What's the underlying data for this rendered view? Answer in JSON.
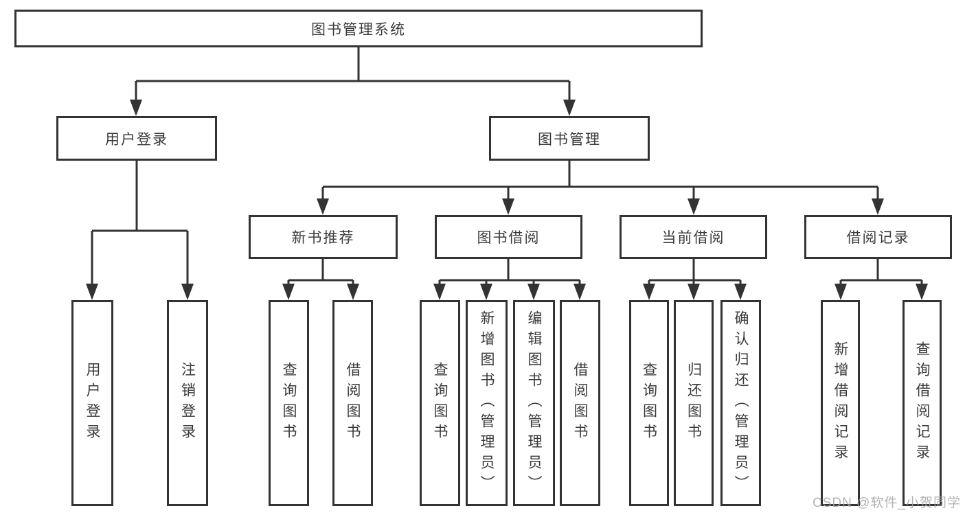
{
  "diagram": {
    "root": {
      "label": "图书管理系统"
    },
    "level2": [
      {
        "label": "用户登录"
      },
      {
        "label": "图书管理"
      }
    ],
    "level3": [
      {
        "label": "新书推荐",
        "parent": "图书管理"
      },
      {
        "label": "图书借阅",
        "parent": "图书管理"
      },
      {
        "label": "当前借阅",
        "parent": "图书管理"
      },
      {
        "label": "借阅记录",
        "parent": "图书管理"
      }
    ],
    "leaves": [
      {
        "label": "用户登录",
        "parent": "用户登录"
      },
      {
        "label": "注销登录",
        "parent": "用户登录"
      },
      {
        "label": "查询图书",
        "parent": "新书推荐"
      },
      {
        "label": "借阅图书",
        "parent": "新书推荐"
      },
      {
        "label": "查询图书",
        "parent": "图书借阅"
      },
      {
        "label": "新增图书（管理员）",
        "parent": "图书借阅"
      },
      {
        "label": "编辑图书（管理员）",
        "parent": "图书借阅"
      },
      {
        "label": "借阅图书",
        "parent": "图书借阅"
      },
      {
        "label": "查询图书",
        "parent": "当前借阅"
      },
      {
        "label": "归还图书",
        "parent": "当前借阅"
      },
      {
        "label": "确认归还（管理员）",
        "parent": "当前借阅"
      },
      {
        "label": "新增借阅记录",
        "parent": "借阅记录"
      },
      {
        "label": "查询借阅记录",
        "parent": "借阅记录"
      }
    ],
    "colors": {
      "line": "#333333",
      "box_border": "#333333",
      "text": "#3a3a3a",
      "background": "#ffffff",
      "watermark": "#a6a6a6"
    },
    "watermark": "CSDN @软件_小贺同学"
  }
}
